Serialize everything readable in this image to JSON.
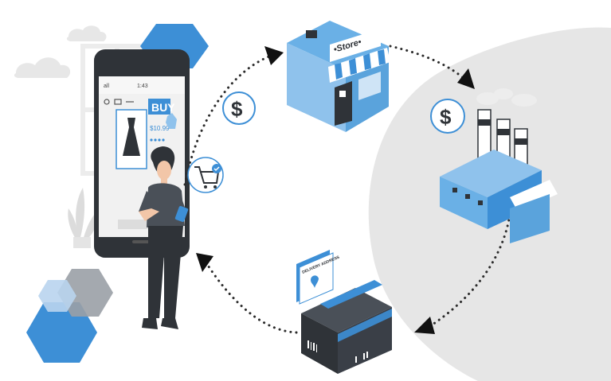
{
  "phone": {
    "buy_label": "BUY",
    "price": "$10.99",
    "time": "1:43",
    "signal": "all"
  },
  "store": {
    "sign": "•Store•"
  },
  "package": {
    "tag_label": "DELIVERY ADDRESS"
  },
  "icons": {
    "dollar_symbol": "$",
    "payment_1": "dollar-coin-icon",
    "payment_2": "dollar-coin-icon",
    "cart": "shopping-cart-check-icon"
  },
  "colors": {
    "accent": "#3d8fd6",
    "accent_light": "#8fc2ec",
    "dark": "#3a3f47",
    "bg_blob": "#e6e6e6"
  }
}
